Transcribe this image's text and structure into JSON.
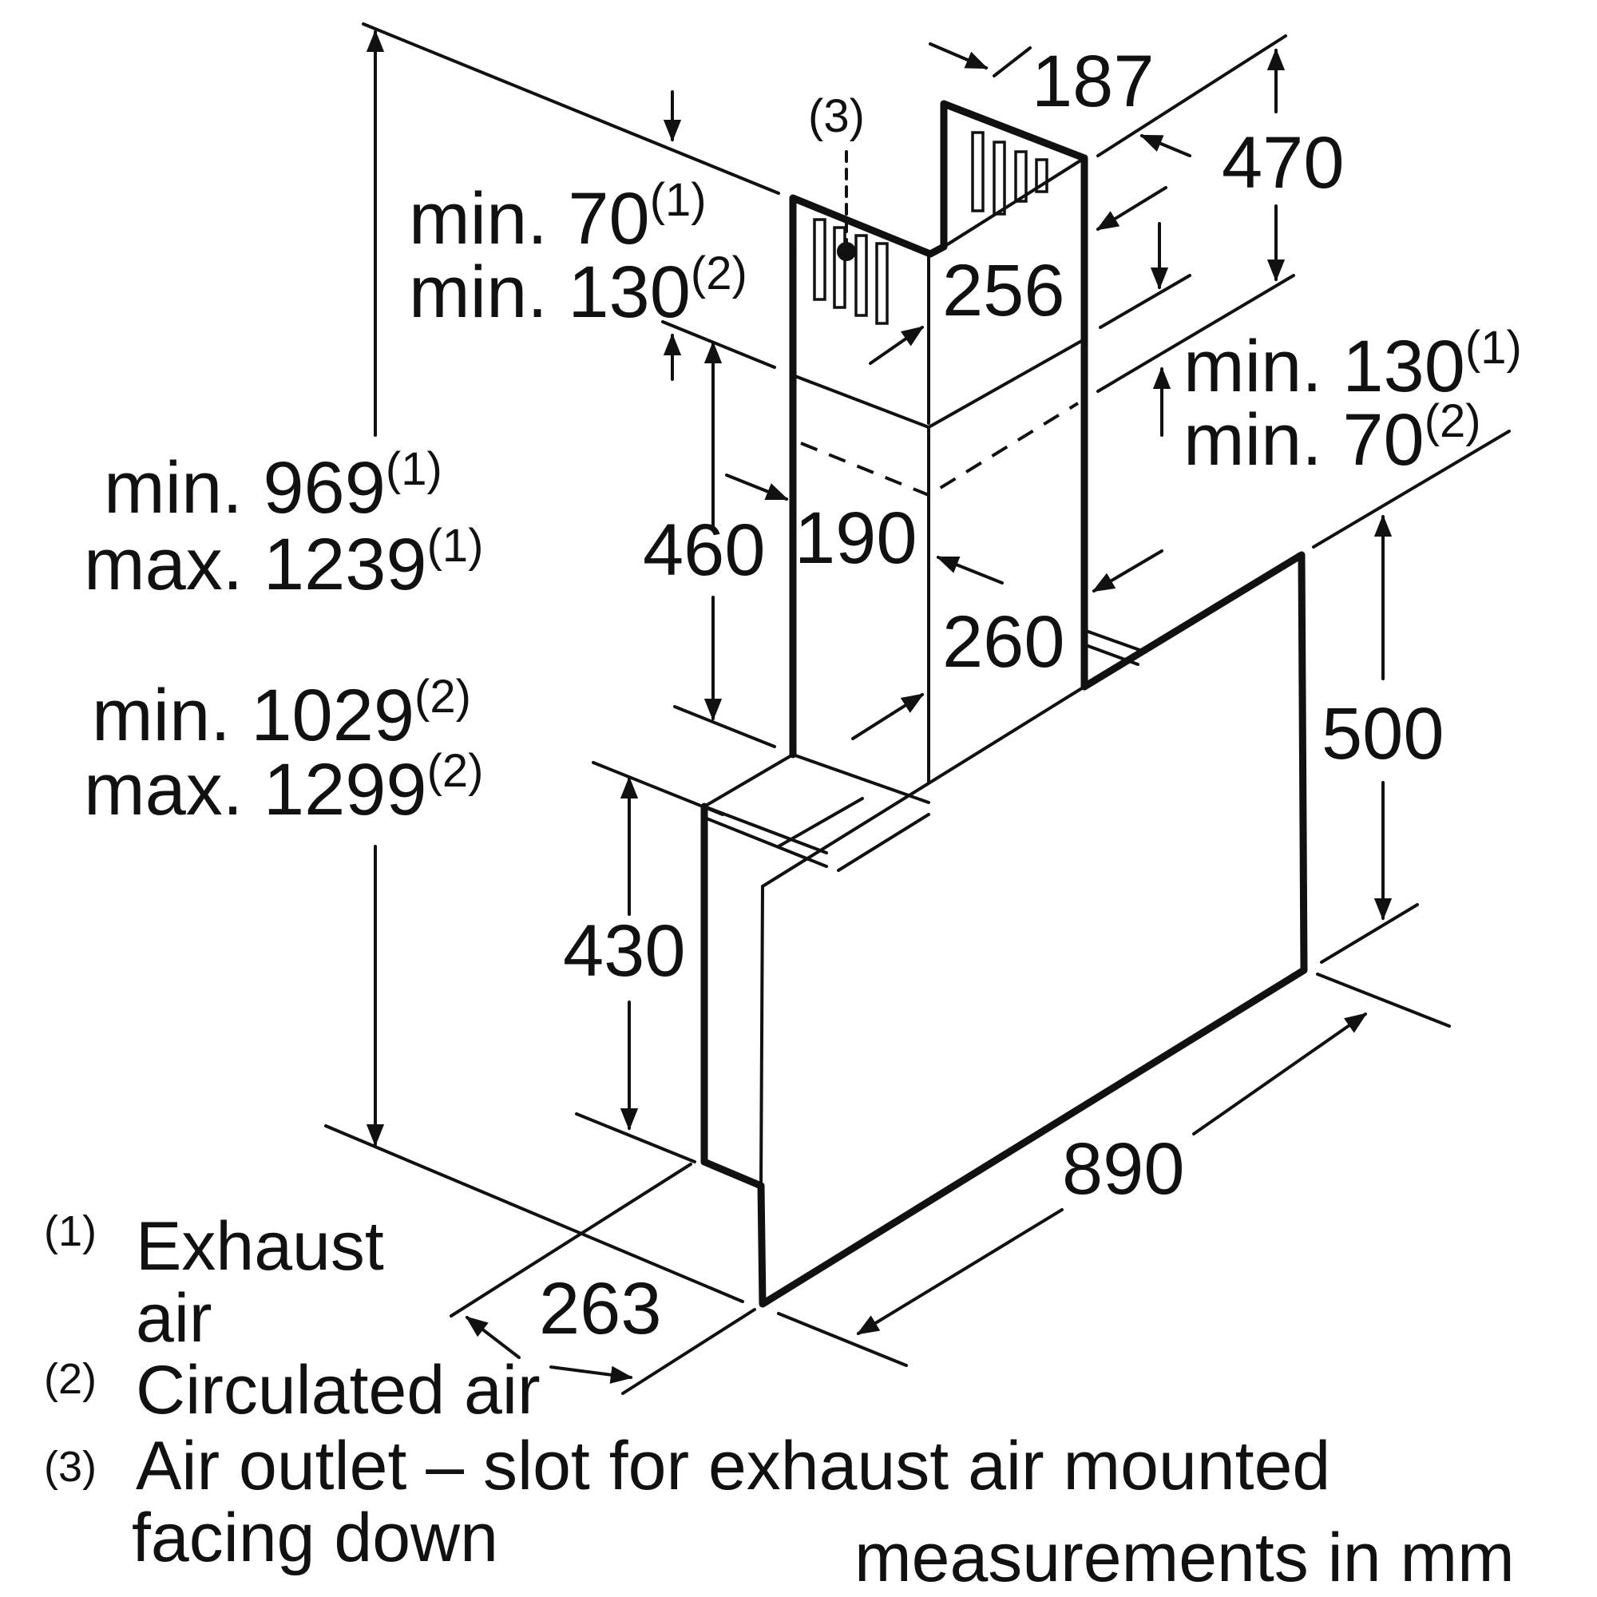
{
  "dimensions": {
    "d187": "187",
    "d470": "470",
    "d256": "256",
    "d190": "190",
    "d260": "260",
    "d460": "460",
    "d430": "430",
    "d500": "500",
    "d890": "890",
    "d263": "263",
    "marker3": "(3)"
  },
  "top_left_clearance": {
    "line1_text": "min. 70",
    "line1_sup": "(1)",
    "line2_text": "min. 130",
    "line2_sup": "(2)"
  },
  "right_clearance": {
    "line1_text": "min. 130",
    "line1_sup": "(1)",
    "line2_text": "min. 70",
    "line2_sup": "(2)"
  },
  "height_exhaust": {
    "line1_text": "min. 969",
    "line1_sup": "(1)",
    "line2_text": "max. 1239",
    "line2_sup": "(1)"
  },
  "height_circulated": {
    "line1_text": "min. 1029",
    "line1_sup": "(2)",
    "line2_text": "max. 1299",
    "line2_sup": "(2)"
  },
  "legend": [
    {
      "marker": "(1)",
      "lines": [
        "Exhaust",
        "air"
      ]
    },
    {
      "marker": "(2)",
      "lines": [
        "Circulated air"
      ]
    },
    {
      "marker": "(3)",
      "lines": [
        "Air outlet – slot for exhaust air mounted",
        "facing down"
      ]
    }
  ],
  "units_note": "measurements in mm"
}
